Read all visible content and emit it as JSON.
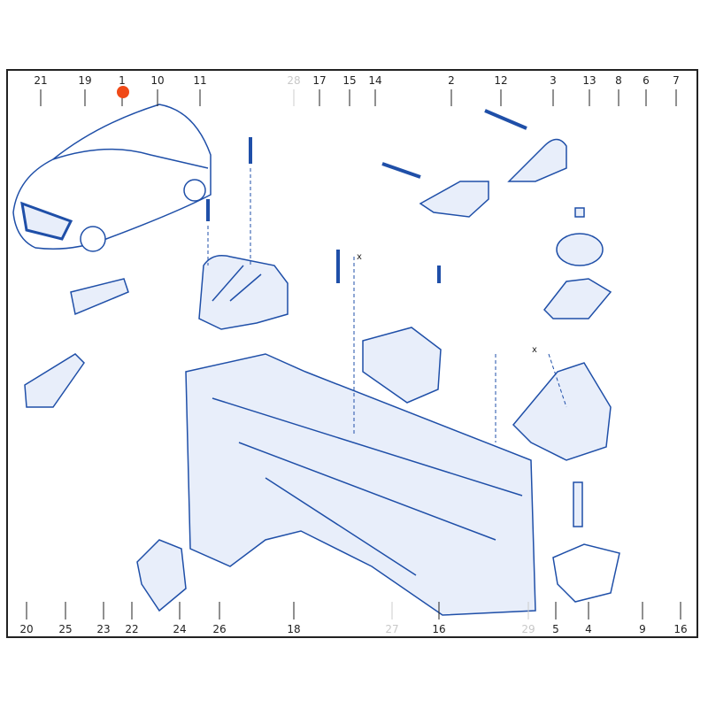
{
  "diagram": {
    "top_callouts": [
      {
        "num": "21",
        "grey": false
      },
      {
        "num": "19",
        "grey": false
      },
      {
        "num": "1",
        "grey": false
      },
      {
        "num": "10",
        "grey": false
      },
      {
        "num": "11",
        "grey": false
      },
      {
        "num": "28",
        "grey": true
      },
      {
        "num": "17",
        "grey": false
      },
      {
        "num": "15",
        "grey": false
      },
      {
        "num": "14",
        "grey": false
      },
      {
        "num": "2",
        "grey": false
      },
      {
        "num": "12",
        "grey": false
      },
      {
        "num": "3",
        "grey": false
      },
      {
        "num": "13",
        "grey": false
      },
      {
        "num": "8",
        "grey": false
      },
      {
        "num": "6",
        "grey": false
      },
      {
        "num": "7",
        "grey": false
      }
    ],
    "bottom_callouts": [
      {
        "num": "20",
        "grey": false
      },
      {
        "num": "25",
        "grey": false
      },
      {
        "num": "23",
        "grey": false
      },
      {
        "num": "22",
        "grey": false
      },
      {
        "num": "24",
        "grey": false
      },
      {
        "num": "26",
        "grey": false
      },
      {
        "num": "18",
        "grey": false
      },
      {
        "num": "27",
        "grey": true
      },
      {
        "num": "16",
        "grey": false
      },
      {
        "num": "29",
        "grey": true
      },
      {
        "num": "5",
        "grey": false
      },
      {
        "num": "4",
        "grey": false
      },
      {
        "num": "9",
        "grey": false
      },
      {
        "num": "16",
        "grey": false
      }
    ],
    "dimension_marks": [
      "x",
      "x"
    ],
    "colors": {
      "line": "#1f4fa8",
      "fill": "#e8eefa",
      "hotspot": "#f04a18",
      "frame": "#222222"
    }
  }
}
